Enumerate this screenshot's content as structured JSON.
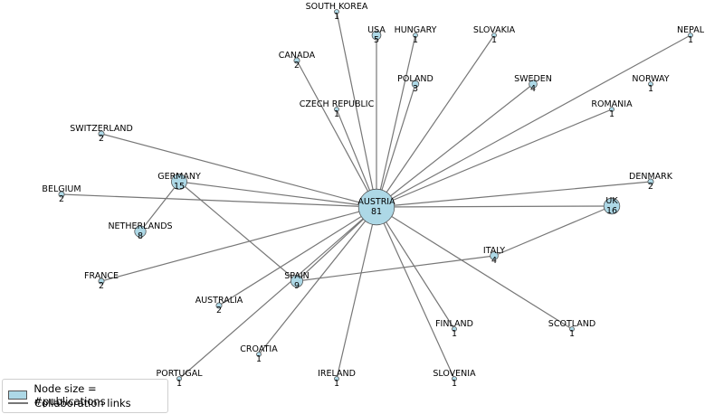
{
  "nodes": [
    {
      "id": "AUSTRIA",
      "count": "81",
      "label_side": "center"
    },
    {
      "id": "SOUTH KOREA",
      "count": "1"
    },
    {
      "id": "USA",
      "count": "5"
    },
    {
      "id": "HUNGARY",
      "count": "1"
    },
    {
      "id": "SLOVAKIA",
      "count": "1"
    },
    {
      "id": "NEPAL",
      "count": "1"
    },
    {
      "id": "CANADA",
      "count": "2"
    },
    {
      "id": "POLAND",
      "count": "3"
    },
    {
      "id": "SWEDEN",
      "count": "4"
    },
    {
      "id": "NORWAY",
      "count": "1"
    },
    {
      "id": "CZECH REPUBLIC",
      "count": "1"
    },
    {
      "id": "ROMANIA",
      "count": "1"
    },
    {
      "id": "SWITZERLAND",
      "count": "2"
    },
    {
      "id": "GERMANY",
      "count": "15"
    },
    {
      "id": "DENMARK",
      "count": "2"
    },
    {
      "id": "BELGIUM",
      "count": "2"
    },
    {
      "id": "UK",
      "count": "16"
    },
    {
      "id": "NETHERLANDS",
      "count": "8"
    },
    {
      "id": "ITALY",
      "count": "4"
    },
    {
      "id": "FRANCE",
      "count": "2"
    },
    {
      "id": "SPAIN",
      "count": "9"
    },
    {
      "id": "AUSTRALIA",
      "count": "2"
    },
    {
      "id": "FINLAND",
      "count": "1"
    },
    {
      "id": "SCOTLAND",
      "count": "1"
    },
    {
      "id": "CROATIA",
      "count": "1"
    },
    {
      "id": "PORTUGAL",
      "count": "1"
    },
    {
      "id": "IRELAND",
      "count": "1"
    },
    {
      "id": "SLOVENIA",
      "count": "1"
    }
  ],
  "links": [
    [
      "AUSTRIA",
      "SOUTH KOREA"
    ],
    [
      "AUSTRIA",
      "USA"
    ],
    [
      "AUSTRIA",
      "HUNGARY"
    ],
    [
      "AUSTRIA",
      "SLOVAKIA"
    ],
    [
      "AUSTRIA",
      "NEPAL"
    ],
    [
      "AUSTRIA",
      "CANADA"
    ],
    [
      "AUSTRIA",
      "POLAND"
    ],
    [
      "AUSTRIA",
      "SWEDEN"
    ],
    [
      "AUSTRIA",
      "CZECH REPUBLIC"
    ],
    [
      "AUSTRIA",
      "ROMANIA"
    ],
    [
      "AUSTRIA",
      "SWITZERLAND"
    ],
    [
      "AUSTRIA",
      "GERMANY"
    ],
    [
      "AUSTRIA",
      "DENMARK"
    ],
    [
      "AUSTRIA",
      "BELGIUM"
    ],
    [
      "AUSTRIA",
      "UK"
    ],
    [
      "AUSTRIA",
      "FRANCE"
    ],
    [
      "AUSTRIA",
      "SPAIN"
    ],
    [
      "AUSTRIA",
      "AUSTRALIA"
    ],
    [
      "AUSTRIA",
      "FINLAND"
    ],
    [
      "AUSTRIA",
      "SCOTLAND"
    ],
    [
      "AUSTRIA",
      "CROATIA"
    ],
    [
      "AUSTRIA",
      "PORTUGAL"
    ],
    [
      "AUSTRIA",
      "IRELAND"
    ],
    [
      "AUSTRIA",
      "SLOVENIA"
    ],
    [
      "GERMANY",
      "NETHERLANDS"
    ],
    [
      "GERMANY",
      "SPAIN"
    ],
    [
      "SPAIN",
      "ITALY"
    ],
    [
      "ITALY",
      "UK"
    ]
  ],
  "legend": {
    "node_label": "Node size = #publications",
    "link_label": "Collaboration links"
  },
  "colors": {
    "node_fill": "#add8e6",
    "node_stroke": "#555555",
    "link": "#777777"
  }
}
